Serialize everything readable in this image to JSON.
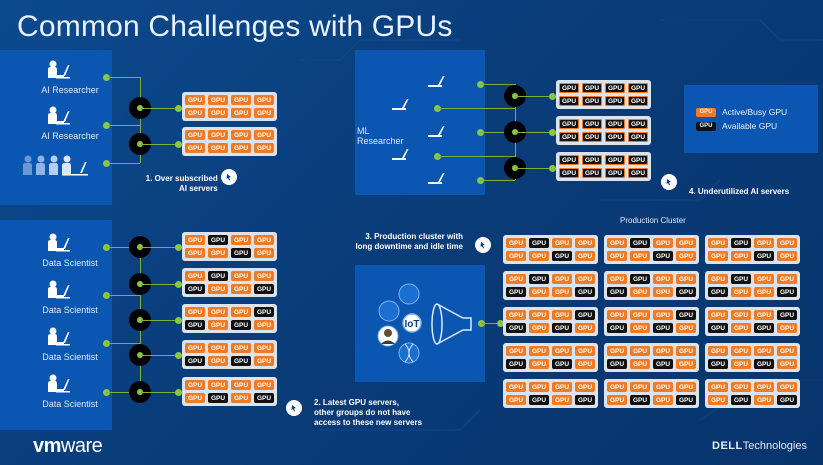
{
  "title": "Common Challenges with GPUs",
  "gpu_label": "GPU",
  "colors": {
    "busy": "#f07b22",
    "available": "#111111",
    "accent_green": "#8dc63f",
    "panel": "#0b56b0",
    "background": "#0a3f7f"
  },
  "section1": {
    "users": [
      {
        "label": "AI Researcher",
        "icon": "person-laptop-icon"
      },
      {
        "label": "AI Researcher",
        "icon": "person-laptop-icon"
      },
      {
        "label": "",
        "icon": "group-of-people-icon"
      }
    ],
    "servers": [
      [
        [
          "busy",
          "busy",
          "busy",
          "busy"
        ],
        [
          "busy",
          "busy",
          "busy",
          "busy"
        ]
      ],
      [
        [
          "busy",
          "busy",
          "busy",
          "busy"
        ],
        [
          "busy",
          "busy",
          "busy",
          "busy"
        ]
      ]
    ],
    "caption_line1": "1. Over subscribed",
    "caption_line2": "AI servers"
  },
  "section2": {
    "users": [
      {
        "label": "Data Scientist"
      },
      {
        "label": "Data Scientist"
      },
      {
        "label": "Data Scientist"
      },
      {
        "label": "Data Scientist"
      }
    ],
    "servers": [
      [
        [
          "busy",
          "avail",
          "busy",
          "busy"
        ],
        [
          "busy",
          "busy",
          "avail",
          "busy"
        ]
      ],
      [
        [
          "busy",
          "avail",
          "busy",
          "busy"
        ],
        [
          "avail",
          "busy",
          "busy",
          "avail"
        ]
      ],
      [
        [
          "busy",
          "busy",
          "busy",
          "avail"
        ],
        [
          "avail",
          "busy",
          "avail",
          "busy"
        ]
      ],
      [
        [
          "busy",
          "busy",
          "busy",
          "busy"
        ],
        [
          "avail",
          "busy",
          "avail",
          "busy"
        ]
      ],
      [
        [
          "busy",
          "busy",
          "busy",
          "busy"
        ],
        [
          "busy",
          "avail",
          "busy",
          "avail"
        ]
      ]
    ],
    "caption_line1": "2. Latest GPU servers,",
    "caption_line2": "other groups do not have",
    "caption_line3": "access to these new servers"
  },
  "section3": {
    "caption_line1": "3. Production cluster with",
    "caption_line2": "long downtime and idle time",
    "cluster_title": "Production Cluster",
    "inputs": [
      "cloud-data-icon",
      "blank-circle-icon",
      "iot-icon",
      "person-photo-icon",
      "dna-icon"
    ],
    "iot_label": "IoT",
    "servers_row_patterns": [
      [
        [
          "busy",
          "avail",
          "busy",
          "busy"
        ],
        [
          "busy",
          "busy",
          "avail",
          "busy"
        ]
      ],
      [
        [
          "busy",
          "avail",
          "busy",
          "busy"
        ],
        [
          "avail",
          "busy",
          "busy",
          "avail"
        ]
      ],
      [
        [
          "busy",
          "busy",
          "busy",
          "avail"
        ],
        [
          "avail",
          "busy",
          "avail",
          "busy"
        ]
      ],
      [
        [
          "busy",
          "busy",
          "busy",
          "busy"
        ],
        [
          "avail",
          "busy",
          "avail",
          "busy"
        ]
      ],
      [
        [
          "busy",
          "busy",
          "busy",
          "busy"
        ],
        [
          "busy",
          "avail",
          "busy",
          "avail"
        ]
      ]
    ]
  },
  "section4": {
    "user_label": "ML Researcher",
    "laptop_count": 5,
    "servers": [
      [
        [
          "avail",
          "avail",
          "avail",
          "avail"
        ],
        [
          "avail",
          "avail",
          "avail",
          "avail"
        ]
      ],
      [
        [
          "avail",
          "avail",
          "avail",
          "avail"
        ],
        [
          "avail",
          "avail",
          "avail",
          "avail"
        ]
      ],
      [
        [
          "avail",
          "avail",
          "avail",
          "avail"
        ],
        [
          "avail",
          "avail",
          "avail",
          "avail"
        ]
      ]
    ],
    "caption": "4. Underutilized AI servers"
  },
  "legend": {
    "items": [
      {
        "label": "Active/Busy GPU",
        "state": "busy"
      },
      {
        "label": "Available GPU",
        "state": "avail"
      }
    ]
  },
  "logos": {
    "vmware_bold": "vm",
    "vmware_rest": "ware",
    "dell_bold": "DELL",
    "dell_rest": "Technologies"
  }
}
